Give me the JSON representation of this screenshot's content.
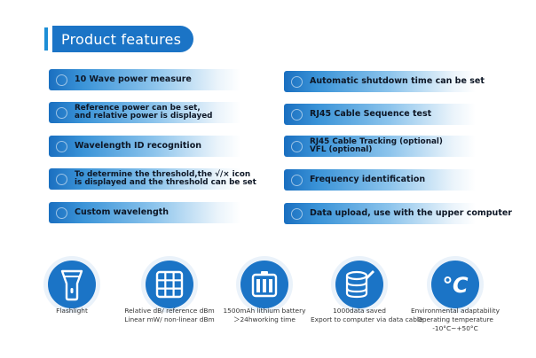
{
  "header": {
    "title": "Product features"
  },
  "features_left": [
    {
      "lines": [
        "10 Wave power measure"
      ]
    },
    {
      "lines": [
        "Reference power can be set,",
        "and relative power is displayed"
      ]
    },
    {
      "lines": [
        "Wavelength ID recognition"
      ]
    },
    {
      "lines": [
        "To determine the threshold,the √/× icon",
        "is displayed and the threshold can be set"
      ]
    },
    {
      "lines": [
        "Custom wavelength"
      ]
    }
  ],
  "features_right": [
    {
      "lines": [
        "Automatic shutdown time can be set"
      ]
    },
    {
      "lines": [
        "RJ45 Cable Sequence test"
      ]
    },
    {
      "lines": [
        "RJ45 Cable Tracking (optional)",
        "VFL (optional)"
      ]
    },
    {
      "lines": [
        "Frequency identification"
      ]
    },
    {
      "lines": [
        "Data upload, use with the upper computer"
      ]
    }
  ],
  "icons": [
    {
      "icon": "flashlight-icon",
      "caption": [
        "Flashlight"
      ]
    },
    {
      "icon": "grid-icon",
      "caption": [
        "Relative dB/ reference dBm",
        "Linear mW/ non-linear dBm"
      ]
    },
    {
      "icon": "battery-icon",
      "caption": [
        "1500mAh lithium battery",
        "＞24hworking time"
      ]
    },
    {
      "icon": "database-icon",
      "caption": [
        "1000data saved",
        "Export to computer via data cable"
      ]
    },
    {
      "icon": "temperature-icon",
      "glyph": "℃",
      "caption": [
        "Environmental adaptability",
        "Operating temperature",
        "-10°C~+50°C"
      ]
    }
  ],
  "colors": {
    "primary": "#1b74c6",
    "accent": "#1d8ed6"
  }
}
